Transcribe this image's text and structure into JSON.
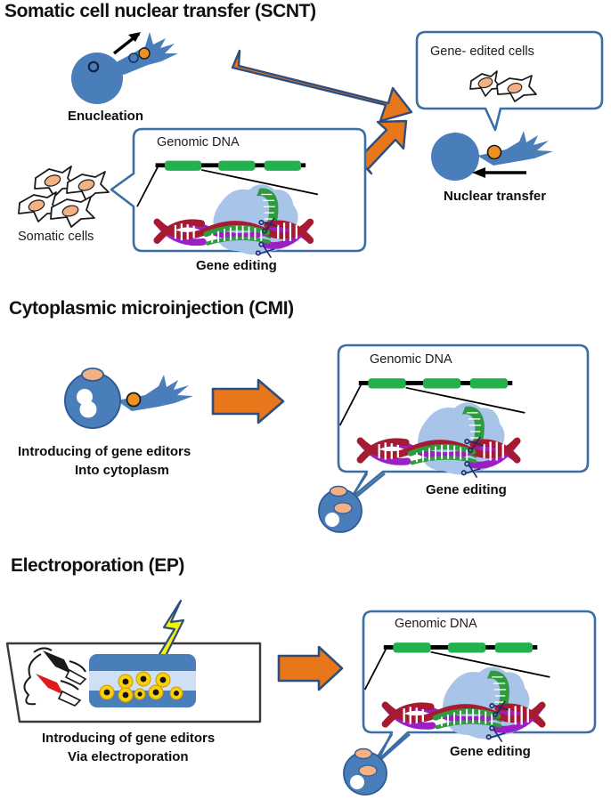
{
  "figure": {
    "kind": "scientific-diagram",
    "subject": "Methods for introducing gene editors into cells",
    "background_color": "#ffffff"
  },
  "palette": {
    "cell_blue": "#4a7ebb",
    "cell_blue_dark": "#2f5c96",
    "callout_border": "#3b6ea5",
    "arrow_orange": "#e8761a",
    "arrow_outline": "#2e4e7e",
    "nucleus_peach": "#f4b183",
    "dna_crimson": "#a61a32",
    "dna_purple": "#9b1fc4",
    "rna_green": "#2e9b3f",
    "exon_green": "#22b14c",
    "protein_blue": "#a8c4e8",
    "bolt_yellow": "#f2f20d",
    "electrode_red": "#e01b1b",
    "electrode_black": "#1a1a1a",
    "text_black": "#111111",
    "line_black": "#000000"
  },
  "panels": [
    {
      "id": "scnt",
      "title": "Somatic cell nuclear transfer (SCNT)",
      "labels": {
        "enucleation": "Enucleation",
        "somatic_cells": "Somatic cells",
        "gene_editing": "Gene editing",
        "genomic_dna": "Genomic DNA",
        "gene_edited_cells": "Gene- edited cells",
        "nuclear_transfer": "Nuclear transfer"
      },
      "elements": {
        "oocyte": "oocyte-with-polar-body",
        "pipette": "enucleation-pipette",
        "somatic_cell_count": 4,
        "gene_edited_cell_count": 2,
        "arrows": [
          "long-diagonal-arrow",
          "up-right-arrow"
        ]
      }
    },
    {
      "id": "cmi",
      "title": "Cytoplasmic microinjection (CMI)",
      "labels": {
        "introducing_line1": "Introducing of gene editors",
        "introducing_line2": "Into cytoplasm",
        "gene_editing": "Gene editing",
        "genomic_dna": "Genomic DNA"
      },
      "elements": {
        "zygote": "zygote-with-two-pronuclei",
        "pipette": "microinjection-pipette",
        "arrows": [
          "right-arrow"
        ]
      }
    },
    {
      "id": "ep",
      "title": "Electroporation (EP)",
      "labels": {
        "introducing_line1": "Introducing of gene editors",
        "introducing_line2": "Via electroporation",
        "gene_editing": "Gene editing",
        "genomic_dna": "Genomic DNA"
      },
      "elements": {
        "platform": "electroporation-platform",
        "cuvette": "electroporation-cuvette",
        "cells_in_cuvette": 8,
        "electrodes": [
          "black-electrode-clip",
          "red-electrode-clip"
        ],
        "lightning": "lightning-bolt",
        "zygote": "zygote-with-two-pronuclei",
        "arrows": [
          "right-arrow"
        ]
      }
    }
  ],
  "gene_editing_detail": {
    "genomic_dna_label": "Genomic DNA",
    "exon_blocks": 3,
    "components": [
      "cas9-protein-blob",
      "guide-rna-hairpin",
      "dna-double-helix",
      "scissors-cut-site"
    ]
  }
}
